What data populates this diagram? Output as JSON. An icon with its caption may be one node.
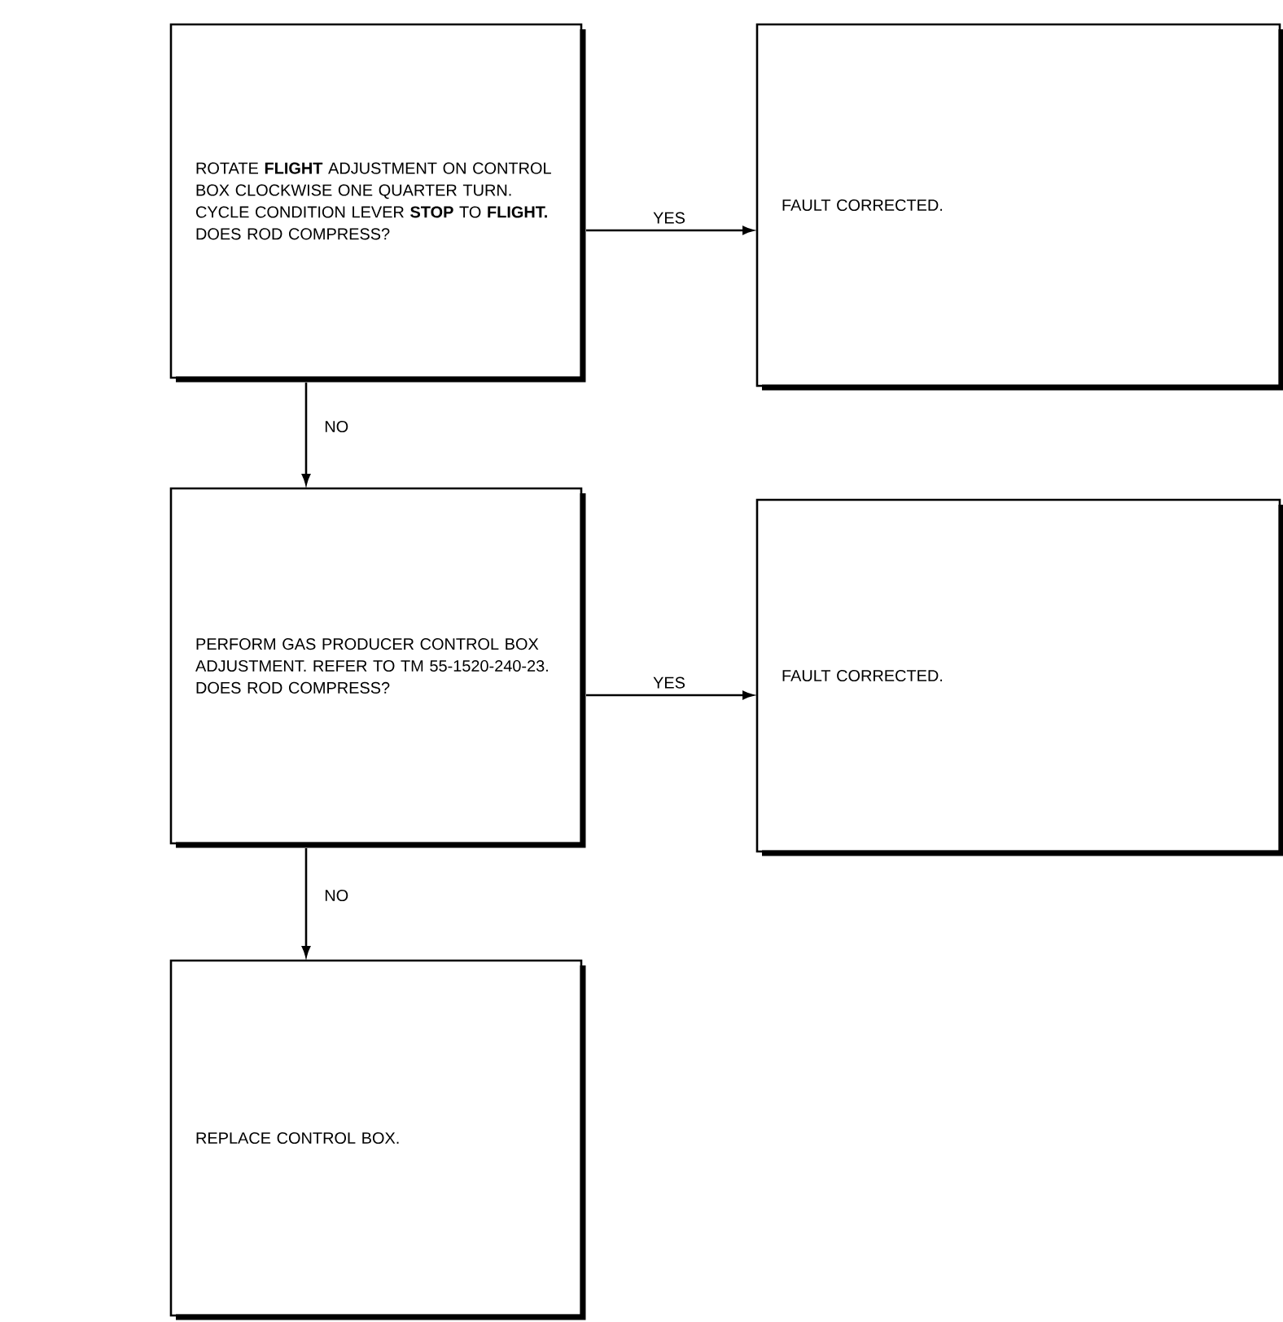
{
  "diagram": {
    "nodes": [
      {
        "text": [
          "ROTATE **FLIGHT** ADJUSTMENT ON CONTROL BOX CLOCKWISE ONE QUARTER TURN. CYCLE CONDITION LEVER **STOP** TO **FLIGHT.** DOES ROD COMPRESS?"
        ]
      },
      {
        "text": [
          "FAULT CORRECTED."
        ]
      },
      {
        "text": [
          "PERFORM GAS PRODUCER CONTROL BOX ADJUSTMENT. REFER TO TM 55-1520-240-23. DOES ROD COMPRESS?"
        ]
      },
      {
        "text": [
          "FAULT CORRECTED."
        ]
      },
      {
        "text": [
          "REPLACE CONTROL BOX."
        ]
      }
    ],
    "edges": [
      {
        "from": 0,
        "to": 1,
        "arrow": "to",
        "label": "YES"
      },
      {
        "from": 0,
        "to": 2,
        "arrow": "to",
        "label": "NO"
      },
      {
        "from": 2,
        "to": 3,
        "arrow": "to",
        "label": "YES"
      },
      {
        "from": 2,
        "to": 4,
        "arrow": "to",
        "label": "NO"
      }
    ]
  }
}
